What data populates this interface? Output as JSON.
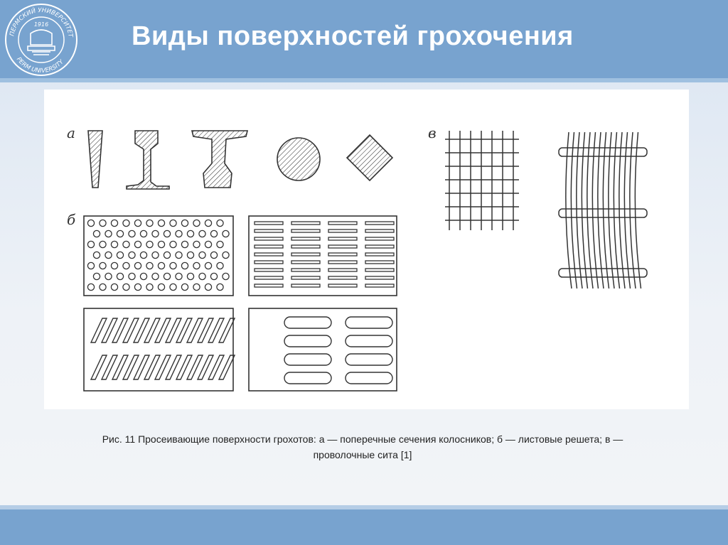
{
  "slide": {
    "title": "Виды поверхностей грохочения",
    "logo": {
      "ring_text_top": "ПЕРМСКИЙ УНИВЕРСИТЕТ",
      "ring_text_bottom": "PERM UNIVERSITY",
      "year": "1916"
    },
    "figure": {
      "label_a": "а",
      "label_b": "б",
      "label_v": "в"
    },
    "caption_line1": "Рис. 11 Просеивающие поверхности грохотов: а — поперечные сечения колосников; б — листовые решета; в —",
    "caption_line2": "проволочные сита [1]",
    "colors": {
      "header": "#78a3cf",
      "accent_line": "#9fc0e0",
      "ink": "#222222"
    }
  }
}
